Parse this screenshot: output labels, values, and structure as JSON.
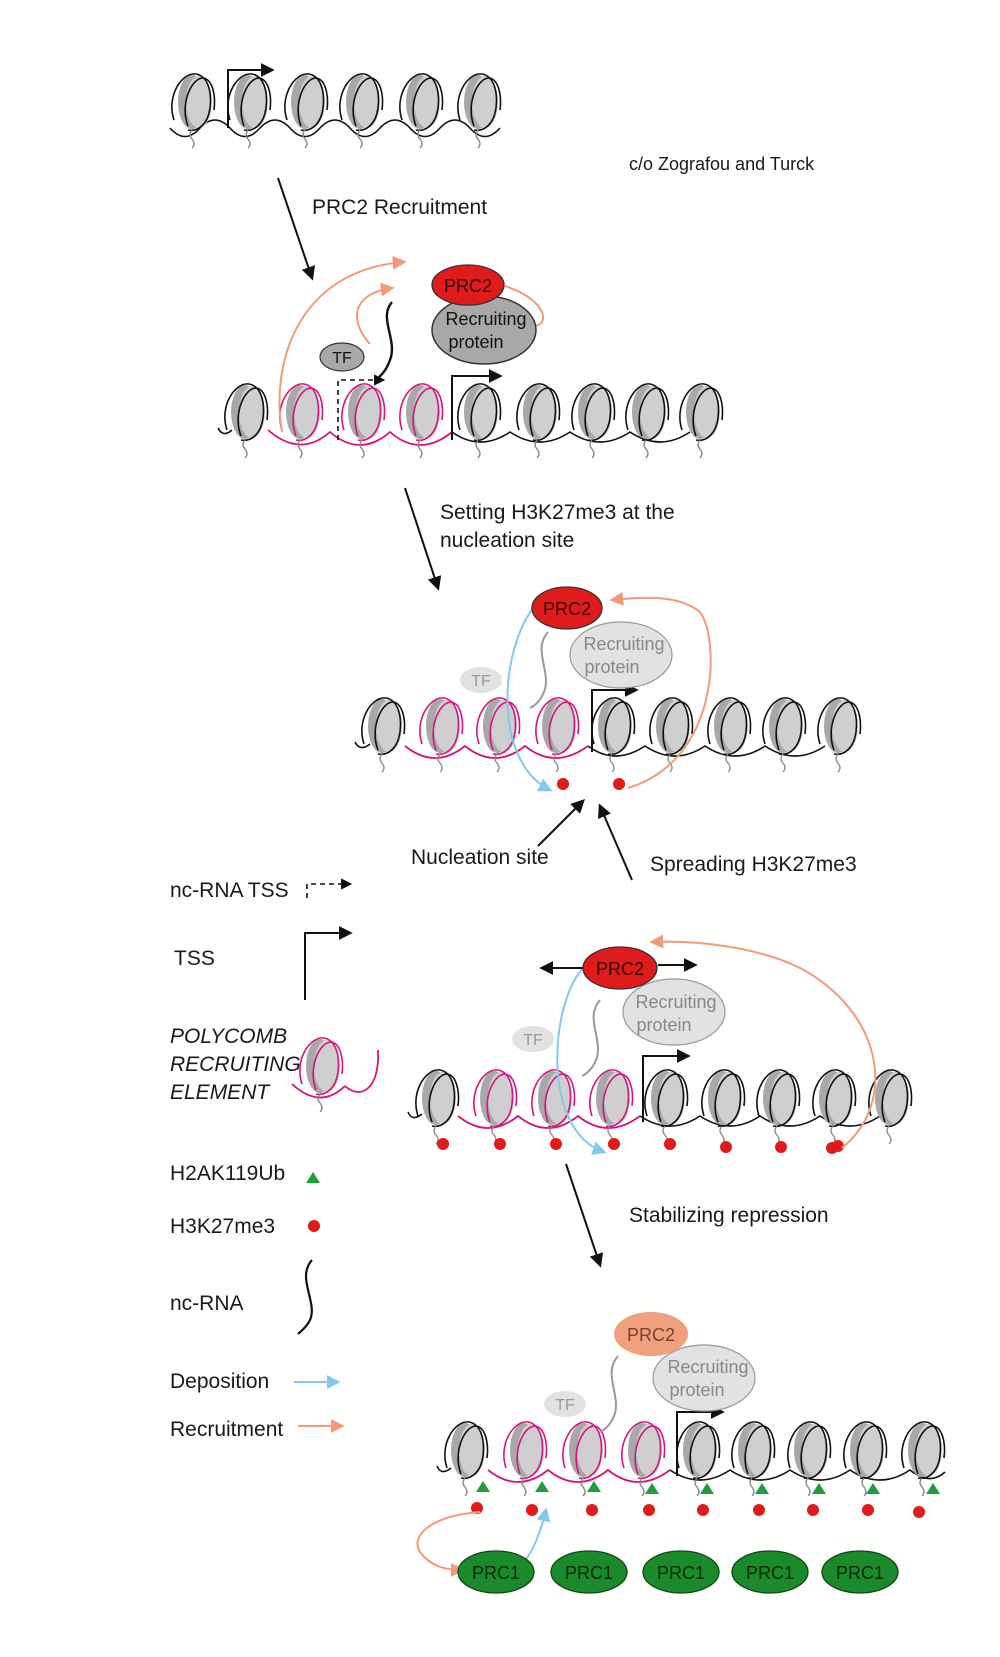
{
  "credit": "c/o Zografou and Turck",
  "steps": {
    "recruitment": "PRC2 Recruitment",
    "setting_line1": "Setting H3K27me3 at the",
    "setting_line2": "nucleation site",
    "nucleation": "Nucleation site",
    "spreading": "Spreading H3K27me3",
    "stabilizing": "Stabilizing repression"
  },
  "nodes": {
    "prc2": "PRC2",
    "prc1": "PRC1",
    "tf": "TF",
    "recruiting_line1": "Recruiting",
    "recruiting_line2": "protein"
  },
  "legend": {
    "ncrna_tss": "nc-RNA TSS",
    "tss": "TSS",
    "pre_line1": "POLYCOMB",
    "pre_line2": "RECRUITING",
    "pre_line3": "ELEMENT",
    "h2ak119ub": "H2AK119Ub",
    "h3k27me3": "H3K27me3",
    "ncrna": "nc-RNA",
    "deposition": "Deposition",
    "recruitment": "Recruitment"
  },
  "colors": {
    "prc2_red": "#e01b1b",
    "prc2_faded": "#f0a07c",
    "prc1_green": "#1b8a2a",
    "pre_magenta": "#d6147e",
    "deposition_blue": "#86c8ec",
    "recruitment_salmon": "#f39a7a",
    "h3k27me3_red": "#e01b1b",
    "h2ak119ub_green": "#1f9e3a",
    "nucleosome_grey": "#a8a8a8"
  }
}
